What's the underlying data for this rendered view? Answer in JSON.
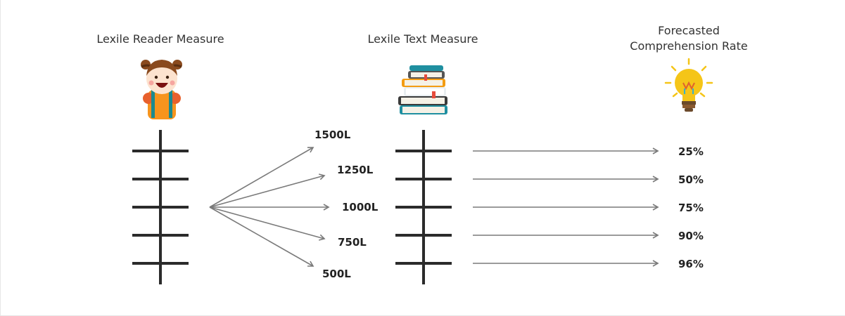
{
  "titles": {
    "reader": "Lexile Reader Measure",
    "text": "Lexile Text Measure",
    "forecast": "Forecasted Comprehension Rate"
  },
  "text_measures": [
    "1500L",
    "1250L",
    "1000L",
    "750L",
    "500L"
  ],
  "comprehension_rates": [
    "25%",
    "50%",
    "75%",
    "90%",
    "96%"
  ],
  "icons": {
    "reader": "girl-icon",
    "text": "books-icon",
    "forecast": "lightbulb-icon"
  },
  "colors": {
    "scale": "#2b2b2b",
    "arrow": "#7a7a7a",
    "bulb": "#f5c518"
  }
}
